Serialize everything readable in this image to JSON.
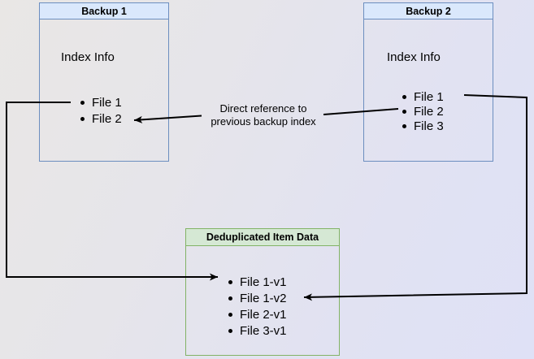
{
  "colors": {
    "blue_node_fill": "#dae8fc",
    "blue_node_border": "#6c8ebf",
    "green_node_fill": "#d5e8d4",
    "green_node_border": "#82b366",
    "arrow": "#000000",
    "text": "#000000"
  },
  "nodes": {
    "backup1": {
      "title": "Backup 1",
      "subtitle": "Index Info",
      "items": [
        "File 1",
        "File 2"
      ]
    },
    "backup2": {
      "title": "Backup 2",
      "subtitle": "Index Info",
      "items": [
        "File 1",
        "File 2",
        "File 3"
      ]
    },
    "dedup": {
      "title": "Deduplicated Item Data",
      "items": [
        "File 1-v1",
        "File 1-v2",
        "File 2-v1",
        "File 3-v1"
      ]
    }
  },
  "edges": {
    "direct_reference": {
      "label": "Direct reference to\nprevious backup index",
      "from": "Backup 2 / File 2",
      "to": "Backup 1 / File 2"
    },
    "backup1_file1_to_dedup": {
      "from": "Backup 1 / File 1",
      "to": "File 1-v1"
    },
    "backup2_file1_to_dedup": {
      "from": "Backup 2 / File 1",
      "to": "File 1-v2"
    }
  }
}
